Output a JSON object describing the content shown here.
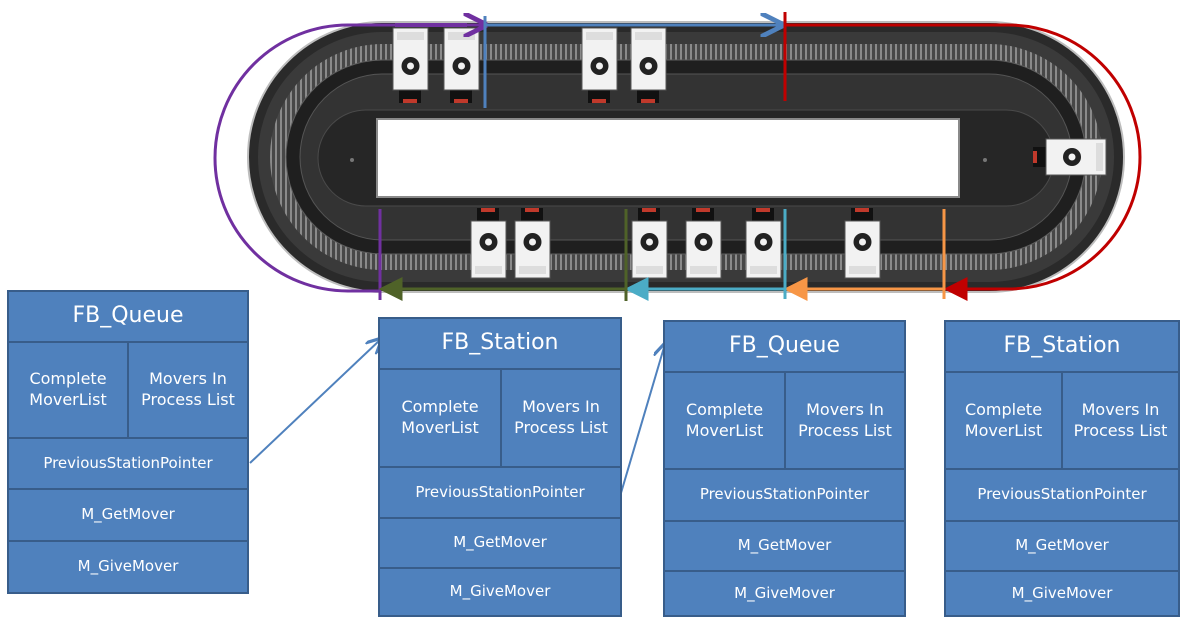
{
  "blocks": [
    {
      "title": "FB_Queue",
      "complete_list": "Complete MoverList",
      "in_process_list": "Movers In Process List",
      "pointer": "PreviousStationPointer",
      "get": "M_GetMover",
      "give": "M_GiveMover"
    },
    {
      "title": "FB_Station",
      "complete_list": "Complete MoverList",
      "in_process_list": "Movers In Process List",
      "pointer": "PreviousStationPointer",
      "get": "M_GetMover",
      "give": "M_GiveMover"
    },
    {
      "title": "FB_Queue",
      "complete_list": "Complete MoverList",
      "in_process_list": "Movers In Process List",
      "pointer": "PreviousStationPointer",
      "get": "M_GetMover",
      "give": "M_GiveMover"
    },
    {
      "title": "FB_Station",
      "complete_list": "Complete MoverList",
      "in_process_list": "Movers In Process List",
      "pointer": "PreviousStationPointer",
      "get": "M_GetMover",
      "give": "M_GiveMover"
    }
  ],
  "zone_colors": {
    "queue1": "#7030a0",
    "station1": "#4f81bd",
    "queue2": "#c00000",
    "station2": "#f79646",
    "cyan": "#4bacc6",
    "green": "#4f6228",
    "pointer_arrow": "#4f81bd"
  },
  "icons": [
    "track-icon",
    "mover-icon"
  ]
}
